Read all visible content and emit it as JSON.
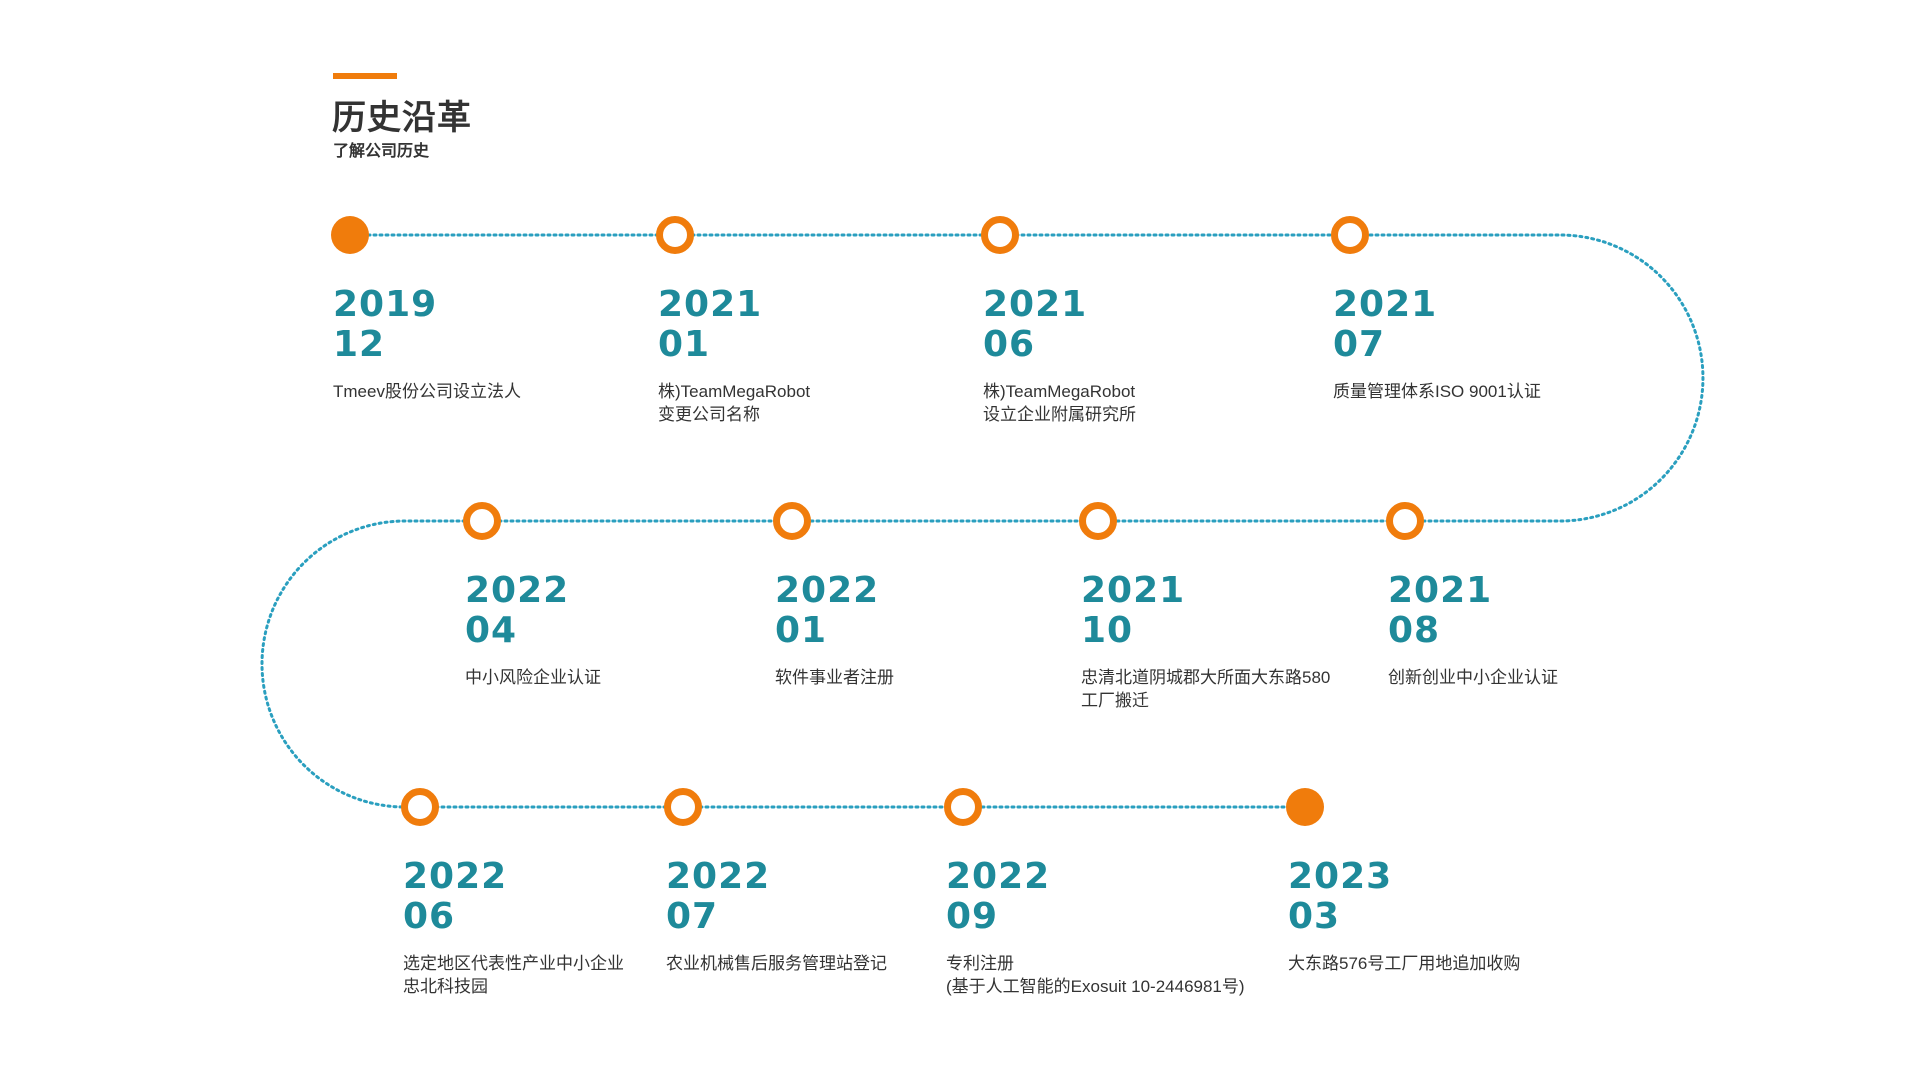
{
  "header": {
    "title": "历史沿革",
    "subtitle": "了解公司历史"
  },
  "colors": {
    "accent": "#f07c0c",
    "date": "#1e8a9a",
    "path": "#2a9fbf",
    "text": "#333333"
  },
  "timeline": [
    {
      "year": "2019",
      "month": "12",
      "desc1": "Tmeev股份公司设立法人",
      "desc2": "",
      "marker": "filled"
    },
    {
      "year": "2021",
      "month": "01",
      "desc1": "株)TeamMegaRobot",
      "desc2": "变更公司名称",
      "marker": "ring"
    },
    {
      "year": "2021",
      "month": "06",
      "desc1": "株)TeamMegaRobot",
      "desc2": "设立企业附属研究所",
      "marker": "ring"
    },
    {
      "year": "2021",
      "month": "07",
      "desc1": "质量管理体系ISO 9001认证",
      "desc2": "",
      "marker": "ring"
    },
    {
      "year": "2021",
      "month": "08",
      "desc1": "创新创业中小企业认证",
      "desc2": "",
      "marker": "ring"
    },
    {
      "year": "2021",
      "month": "10",
      "desc1": "忠清北道阴城郡大所面大东路580",
      "desc2": "工厂搬迁",
      "marker": "ring"
    },
    {
      "year": "2022",
      "month": "01",
      "desc1": "软件事业者注册",
      "desc2": "",
      "marker": "ring"
    },
    {
      "year": "2022",
      "month": "04",
      "desc1": "中小风险企业认证",
      "desc2": "",
      "marker": "ring"
    },
    {
      "year": "2022",
      "month": "06",
      "desc1": "选定地区代表性产业中小企业",
      "desc2": "忠北科技园",
      "marker": "ring"
    },
    {
      "year": "2022",
      "month": "07",
      "desc1": "农业机械售后服务管理站登记",
      "desc2": "",
      "marker": "ring"
    },
    {
      "year": "2022",
      "month": "09",
      "desc1": "专利注册",
      "desc2": "(基于人工智能的Exosuit 10-2446981号)",
      "marker": "ring"
    },
    {
      "year": "2023",
      "month": "03",
      "desc1": "大东路576号工厂用地追加收购",
      "desc2": "",
      "marker": "filled"
    }
  ]
}
